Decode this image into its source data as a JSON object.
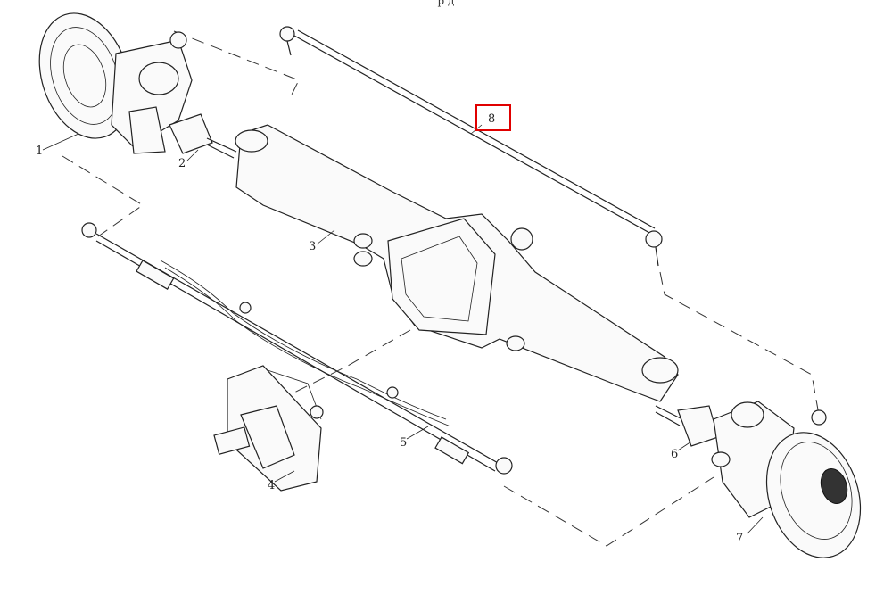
{
  "top_caption": "р д",
  "highlight_color": "#e00000",
  "labels": {
    "l1": "1",
    "l2": "2",
    "l3": "3",
    "l4": "4",
    "l5": "5",
    "l6": "6",
    "l7": "7",
    "l8": "8"
  }
}
